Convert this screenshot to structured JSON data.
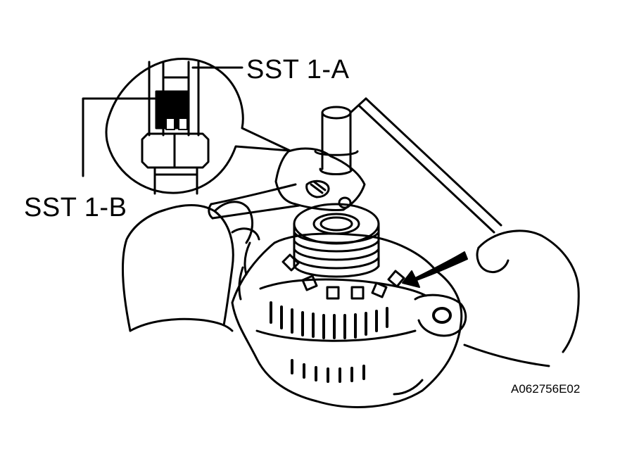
{
  "labels": {
    "sst_1a": "SST 1-A",
    "sst_1b": "SST 1-B"
  },
  "figure_id": "A062756E02",
  "colors": {
    "line": "#000000",
    "background": "#ffffff"
  }
}
